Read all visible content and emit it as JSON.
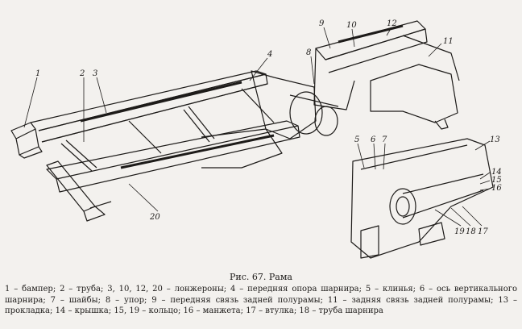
{
  "figure": {
    "callouts": {
      "c1": "1",
      "c2": "2",
      "c3": "3",
      "c4": "4",
      "c8": "8",
      "c9": "9",
      "c10": "10",
      "c11": "11",
      "c12": "12",
      "c20": "20",
      "c5": "5",
      "c6": "6",
      "c7": "7",
      "c13": "13",
      "c14": "14",
      "c15": "15",
      "c16": "16",
      "c19": "19",
      "c18": "18",
      "c17": "17"
    }
  },
  "caption": {
    "title": "Рис. 67. Рама",
    "legend": "1 – бампер; 2 – труба; 3, 10, 12, 20 – лонжероны; 4 – передняя опора шарнира; 5 – клинья; 6 – ось вертикального шарнира; 7 – шайбы; 8 – упор; 9 – передняя связь задней полурамы; 11 – задняя связь задней полурамы; 13 – прокладка; 14 – крышка; 15, 19 – кольцо; 16 – манжета; 17 – втулка; 18 – труба шарнира"
  },
  "colors": {
    "ink": "#1d1b19",
    "paper": "#f3f1ee"
  }
}
